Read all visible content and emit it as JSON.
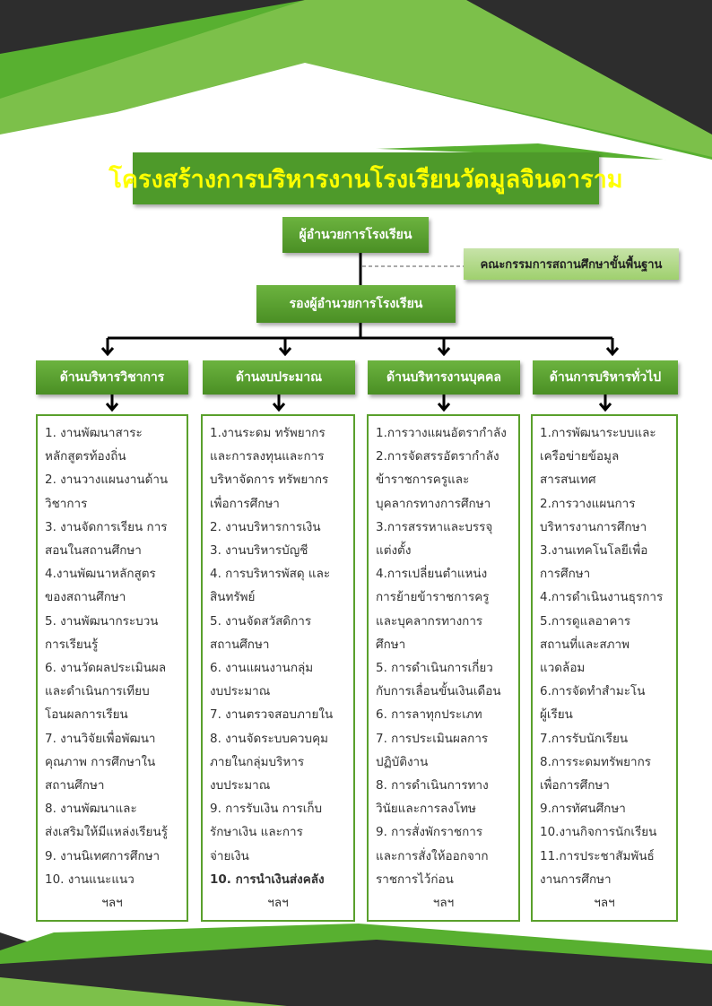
{
  "title": "โครงสร้างการบริหารงานโรงเรียนวัดมูลจินดาราม",
  "director": "ผู้อำนวยการโรงเรียน",
  "committee": "คณะกรรมการสถานศึกษาขั้นพื้นฐาน",
  "deputy": "รองผู้อำนวยการโรงเรียน",
  "colors": {
    "green": "#4e9a2a",
    "title_text": "#ffff00",
    "dark": "#2d2d2d"
  },
  "columns": [
    {
      "header": "ด้านบริหารวิชาการ",
      "lines": [
        "1. งานพัฒนาสาระ",
        "หลักสูตรท้องถิ่น",
        "2. งานวางแผนงานด้าน",
        "วิชาการ",
        "3. งานจัดการเรียน  การ",
        "สอนในสถานศึกษา",
        "4.งานพัฒนาหลักสูตร",
        "ของสถานศึกษา",
        "5. งานพัฒนากระบวน",
        "การเรียนรู้",
        "6. งานวัดผลประเมินผล",
        "และดำเนินการเทียบ",
        "โอนผลการเรียน",
        "7. งานวิจัยเพื่อพัฒนา",
        "คุณภาพ การศึกษาใน",
        "สถานศึกษา",
        "8. งานพัฒนาและ",
        "ส่งเสริมให้มีแหล่งเรียนรู้",
        "9. งานนิเทศการศึกษา",
        "10. งานแนะแนว"
      ],
      "etc": "ฯลฯ"
    },
    {
      "header": "ด้านงบประมาณ",
      "lines": [
        "1.งานระดม ทรัพยากร",
        "และการลงทุนและการ",
        "บริหาจัดการ ทรัพยากร",
        "เพื่อการศึกษา",
        "2. งานบริหารการเงิน",
        "3. งานบริหารบัญชี",
        "4. การบริหารพัสดุ  และ",
        "สินทรัพย์",
        "5. งานจัดสวัสดิการ",
        "สถานศึกษา",
        "6. งานแผนงานกลุ่ม",
        "งบประมาณ",
        "7. งานตรวจสอบภายใน",
        " 8. งานจัดระบบควบคุม",
        "ภายในกลุ่มบริหาร",
        "งบประมาณ",
        "9. การรับเงิน  การเก็บ",
        "รักษาเงิน  และการ",
        "จ่ายเงิน",
        "10. การนำเงินส่งคลัง"
      ],
      "etc": "ฯลฯ"
    },
    {
      "header": "ด้านบริหารงานบุคคล",
      "lines": [
        "1.การวางแผนอัตรากำลัง",
        "2.การจัดสรรอัตรากำลัง",
        "ข้าราชการครูและ",
        "บุคลากรทางการศึกษา",
        "3.การสรรหาและบรรจุ",
        "แต่งตั้ง",
        "4.การเปลี่ยนตำแหน่ง",
        "การย้ายข้าราชการครู",
        "และบุคลากรทางการ",
        "ศึกษา",
        "5. การดำเนินการเกี่ยว",
        "กับการเลื่อนขั้นเงินเดือน",
        "6. การลาทุกประเภท",
        "7. การประเมินผลการ",
        "ปฏิบัติงาน",
        "8. การดำเนินการทาง",
        "วินัยและการลงโทษ",
        "9. การสั่งพักราชการ",
        "และการสั่งให้ออกจาก",
        "ราชการไว้ก่อน"
      ],
      "etc": "ฯลฯ"
    },
    {
      "header": "ด้านการบริหารทั่วไป",
      "lines": [
        "1.การพัฒนาระบบและ",
        "เครือข่ายข้อมูล",
        "สารสนเทศ",
        "2.การวางแผนการ",
        "บริหารงานการศึกษา",
        "3.งานเทคโนโลยีเพื่อ",
        "การศึกษา",
        "4.การดำเนินงานธุรการ",
        "5.การดูแลอาคาร",
        "สถานที่และสภาพ",
        "แวดล้อม",
        "6.การจัดทำสำมะโน",
        "ผู้เรียน",
        "7.การรับนักเรียน",
        "8.การระดมทรัพยากร",
        "เพื่อการศึกษา",
        "9.การทัศนศึกษา",
        "10.งานกิจการนักเรียน",
        "11.การประชาสัมพันธ์",
        "งานการศึกษา"
      ],
      "etc": "ฯลฯ"
    }
  ]
}
